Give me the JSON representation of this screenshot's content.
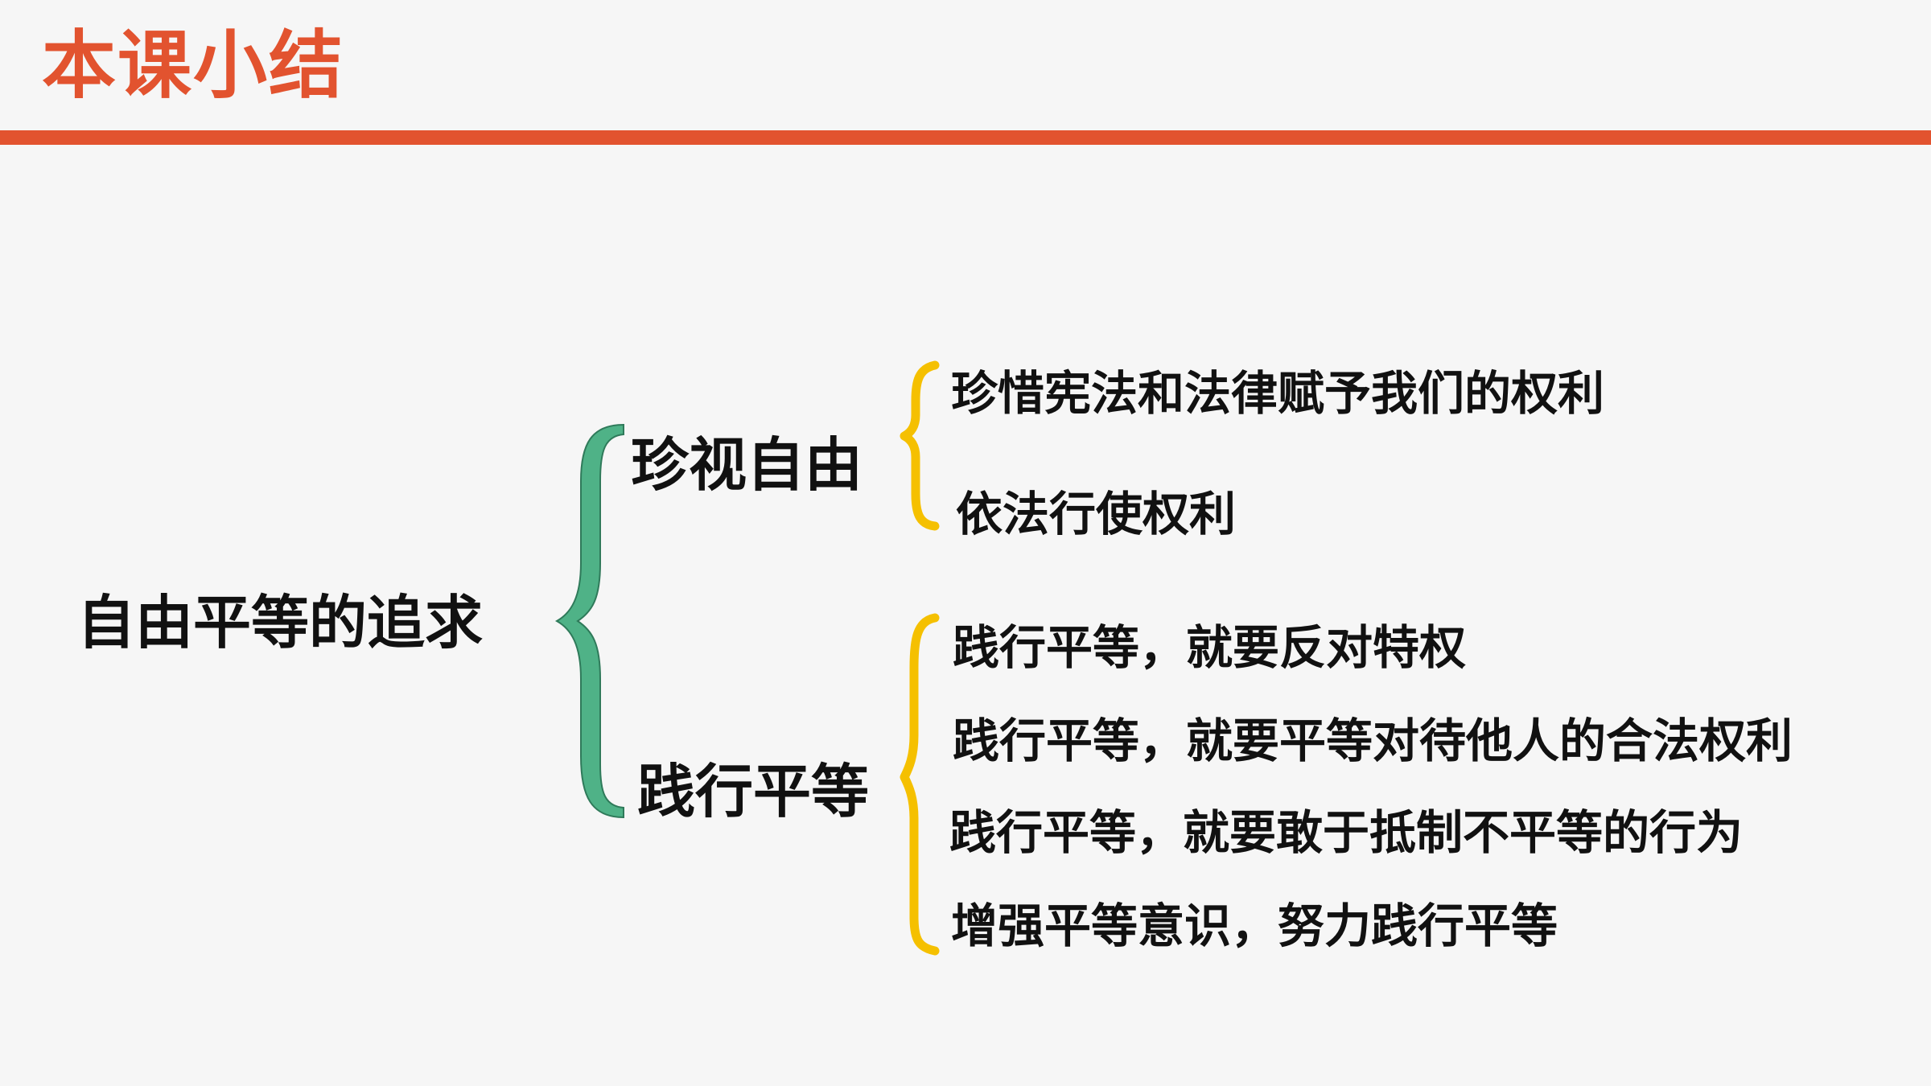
{
  "header": {
    "title": "本课小结",
    "title_color": "#e2532f",
    "rule_color": "#e2532f"
  },
  "diagram": {
    "root": "自由平等的追求",
    "branches": [
      {
        "label": "珍视自由",
        "items": [
          "珍惜宪法和法律赋予我们的权利",
          "依法行使权利"
        ]
      },
      {
        "label": "践行平等",
        "items": [
          "践行平等，就要反对特权",
          "践行平等，就要平等对待他人的合法权利",
          "践行平等，就要敢于抵制不平等的行为",
          "增强平等意识，努力践行平等"
        ]
      }
    ],
    "colors": {
      "root_brace": "#4fb287",
      "root_brace_stroke": "#2f7a5a",
      "branch_brace": "#f5c000"
    }
  }
}
